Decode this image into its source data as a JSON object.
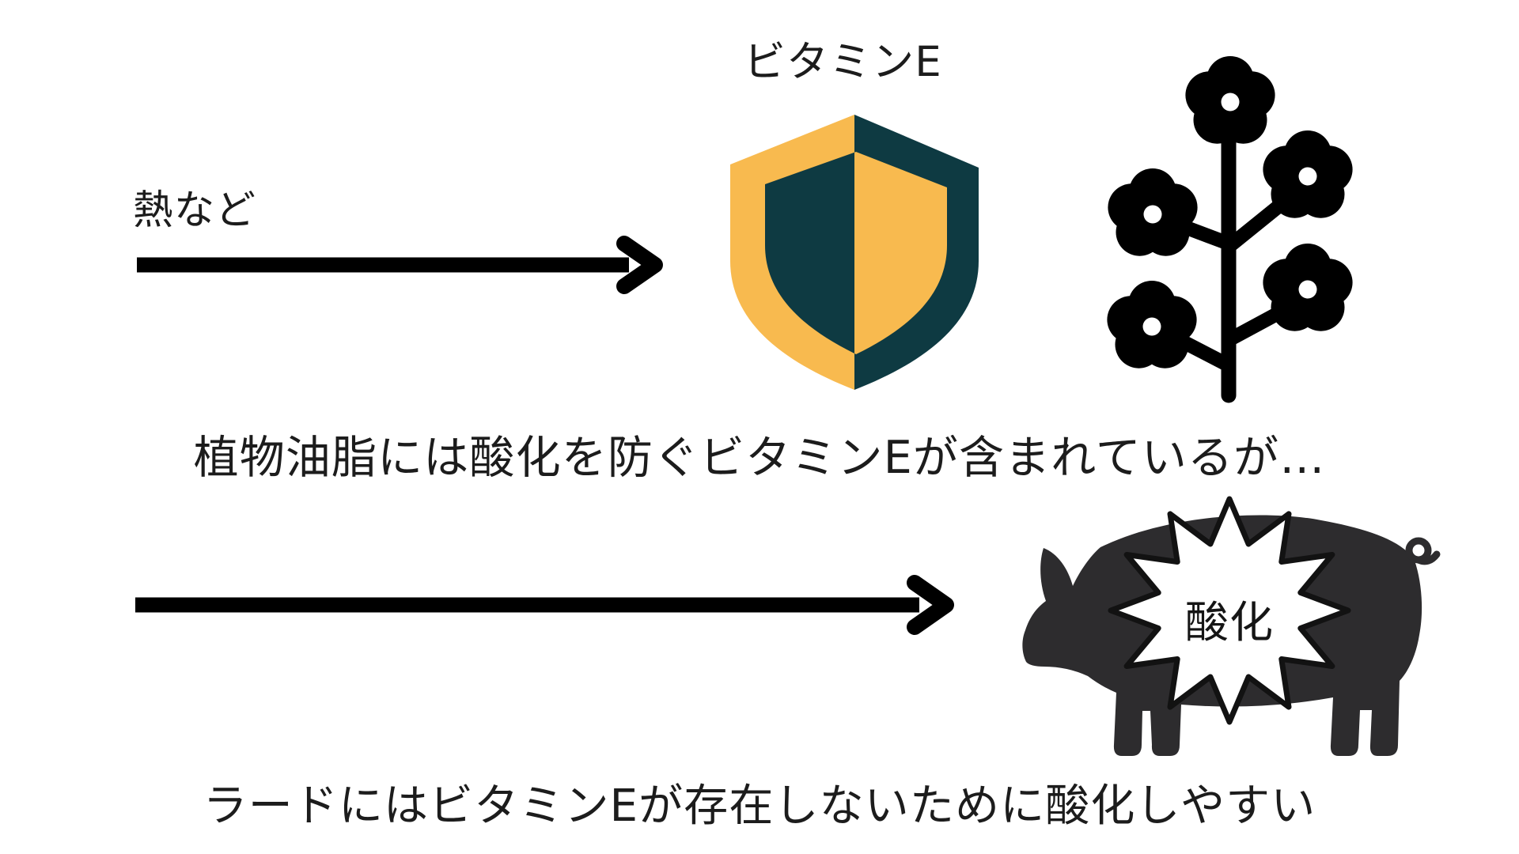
{
  "diagram": {
    "title": "ビタミンE",
    "top_row": {
      "stimulus_label": "熱など",
      "caption": "植物油脂には酸化を防ぐビタミンEが含まれているが…"
    },
    "bottom_row": {
      "burst_label": "酸化",
      "caption": "ラードにはビタミンEが存在しないために酸化しやすい"
    },
    "icons": [
      {
        "name": "arrow-right-icon",
        "meaning": "heat etc. acting on vegetable oil"
      },
      {
        "name": "shield-icon",
        "meaning": "vitamin E protecting against oxidation"
      },
      {
        "name": "rapeseed-flower-icon",
        "meaning": "vegetable (plant) oil source"
      },
      {
        "name": "arrow-right-icon",
        "meaning": "heat etc. acting on lard"
      },
      {
        "name": "pig-icon",
        "meaning": "lard (pig fat)"
      },
      {
        "name": "starburst-icon",
        "meaning": "oxidation burst"
      }
    ]
  },
  "colors": {
    "ink": "#000000",
    "pig": "#2d2c2e",
    "text": "#1c1c1c",
    "shield-orange": "#f8ba4f",
    "shield-dark": "#0e3a42",
    "burst-fill": "#ffffff",
    "burst-stroke": "#121212"
  }
}
